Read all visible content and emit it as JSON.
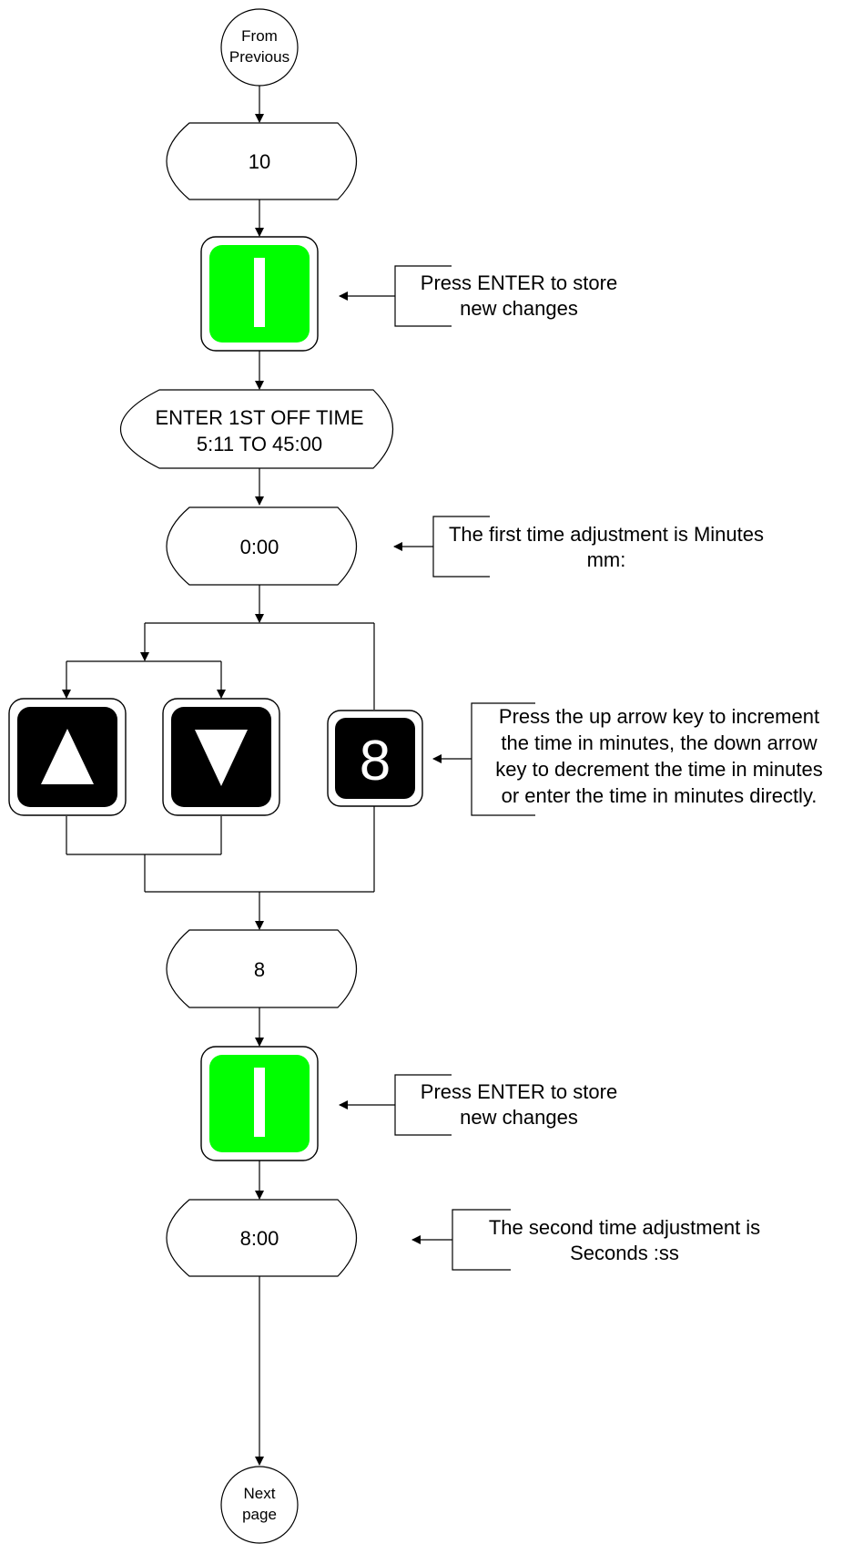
{
  "connectors": {
    "from_previous": [
      "From",
      "Previous"
    ],
    "next_page": [
      "Next",
      "page"
    ]
  },
  "displays": {
    "d1": "10",
    "d2": [
      "ENTER 1ST OFF TIME",
      "5:11 TO 45:00"
    ],
    "d3": "0:00",
    "d4": "8",
    "d5": "8:00"
  },
  "keys": {
    "enter_glyph": "I",
    "enter_color": "#00ff00",
    "up_glyph": "▲",
    "down_glyph": "▼",
    "digit_glyph": "8",
    "key_color": "#000000"
  },
  "notes": {
    "enter1": [
      "Press ENTER to store",
      "new changes"
    ],
    "minutes": [
      "The first time adjustment is Minutes",
      "mm:"
    ],
    "arrows": [
      "Press the up arrow key to increment",
      "the time in minutes, the down arrow",
      "key to decrement the time in minutes",
      "or enter the time in minutes directly."
    ],
    "enter2": [
      "Press ENTER to store",
      "new changes"
    ],
    "seconds": [
      "The second time adjustment is",
      "Seconds :ss"
    ]
  }
}
